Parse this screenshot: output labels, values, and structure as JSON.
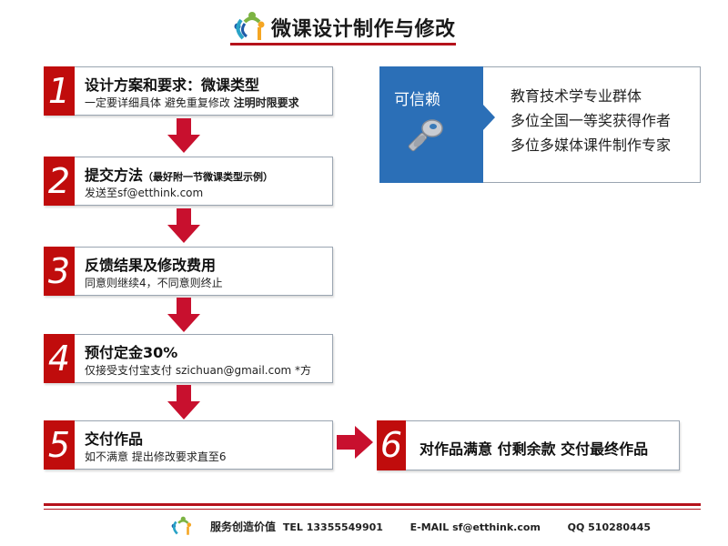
{
  "header": {
    "title": "微课设计制作与修改",
    "logo_icon": "people-circle-logo-icon",
    "accent_color": "#b5121b"
  },
  "steps": [
    {
      "number": "1",
      "title": "设计方案和要求：微课类型",
      "note": "",
      "sub": "一定要详细具体 避免重复修改 ",
      "sub_bold": "注明时限要求"
    },
    {
      "number": "2",
      "title": "提交方法",
      "note": "（最好附一节微课类型示例）",
      "sub": "发送至sf@etthink.com",
      "sub_bold": ""
    },
    {
      "number": "3",
      "title": "反馈结果及修改费用",
      "note": "",
      "sub": "同意则继续4，不同意则终止",
      "sub_bold": ""
    },
    {
      "number": "4",
      "title": "预付定金30%",
      "note": "",
      "sub": "仅接受支付宝支付 szichuan@gmail.com *方",
      "sub_bold": ""
    },
    {
      "number": "5",
      "title": "交付作品",
      "note": "",
      "sub": "如不满意 提出修改要求直至6",
      "sub_bold": ""
    },
    {
      "number": "6",
      "title": "对作品满意 付剩余款 交付最终作品"
    }
  ],
  "colors": {
    "step_number_bg": "#c00c0c",
    "arrow": "#c8102e",
    "trust_blue": "#2b6fb7"
  },
  "trust": {
    "label": "可信赖",
    "icon": "key-icon",
    "lines": [
      "教育技术学专业群体",
      "多位全国一等奖获得作者",
      "多位多媒体课件制作专家"
    ]
  },
  "footer": {
    "slogan": "服务创造价值",
    "tel_label": "TEL",
    "tel": "13355549901",
    "email_label": "E-MAIL",
    "email": "sf@etthink.com",
    "qq_label": "QQ",
    "qq": "510280445"
  }
}
